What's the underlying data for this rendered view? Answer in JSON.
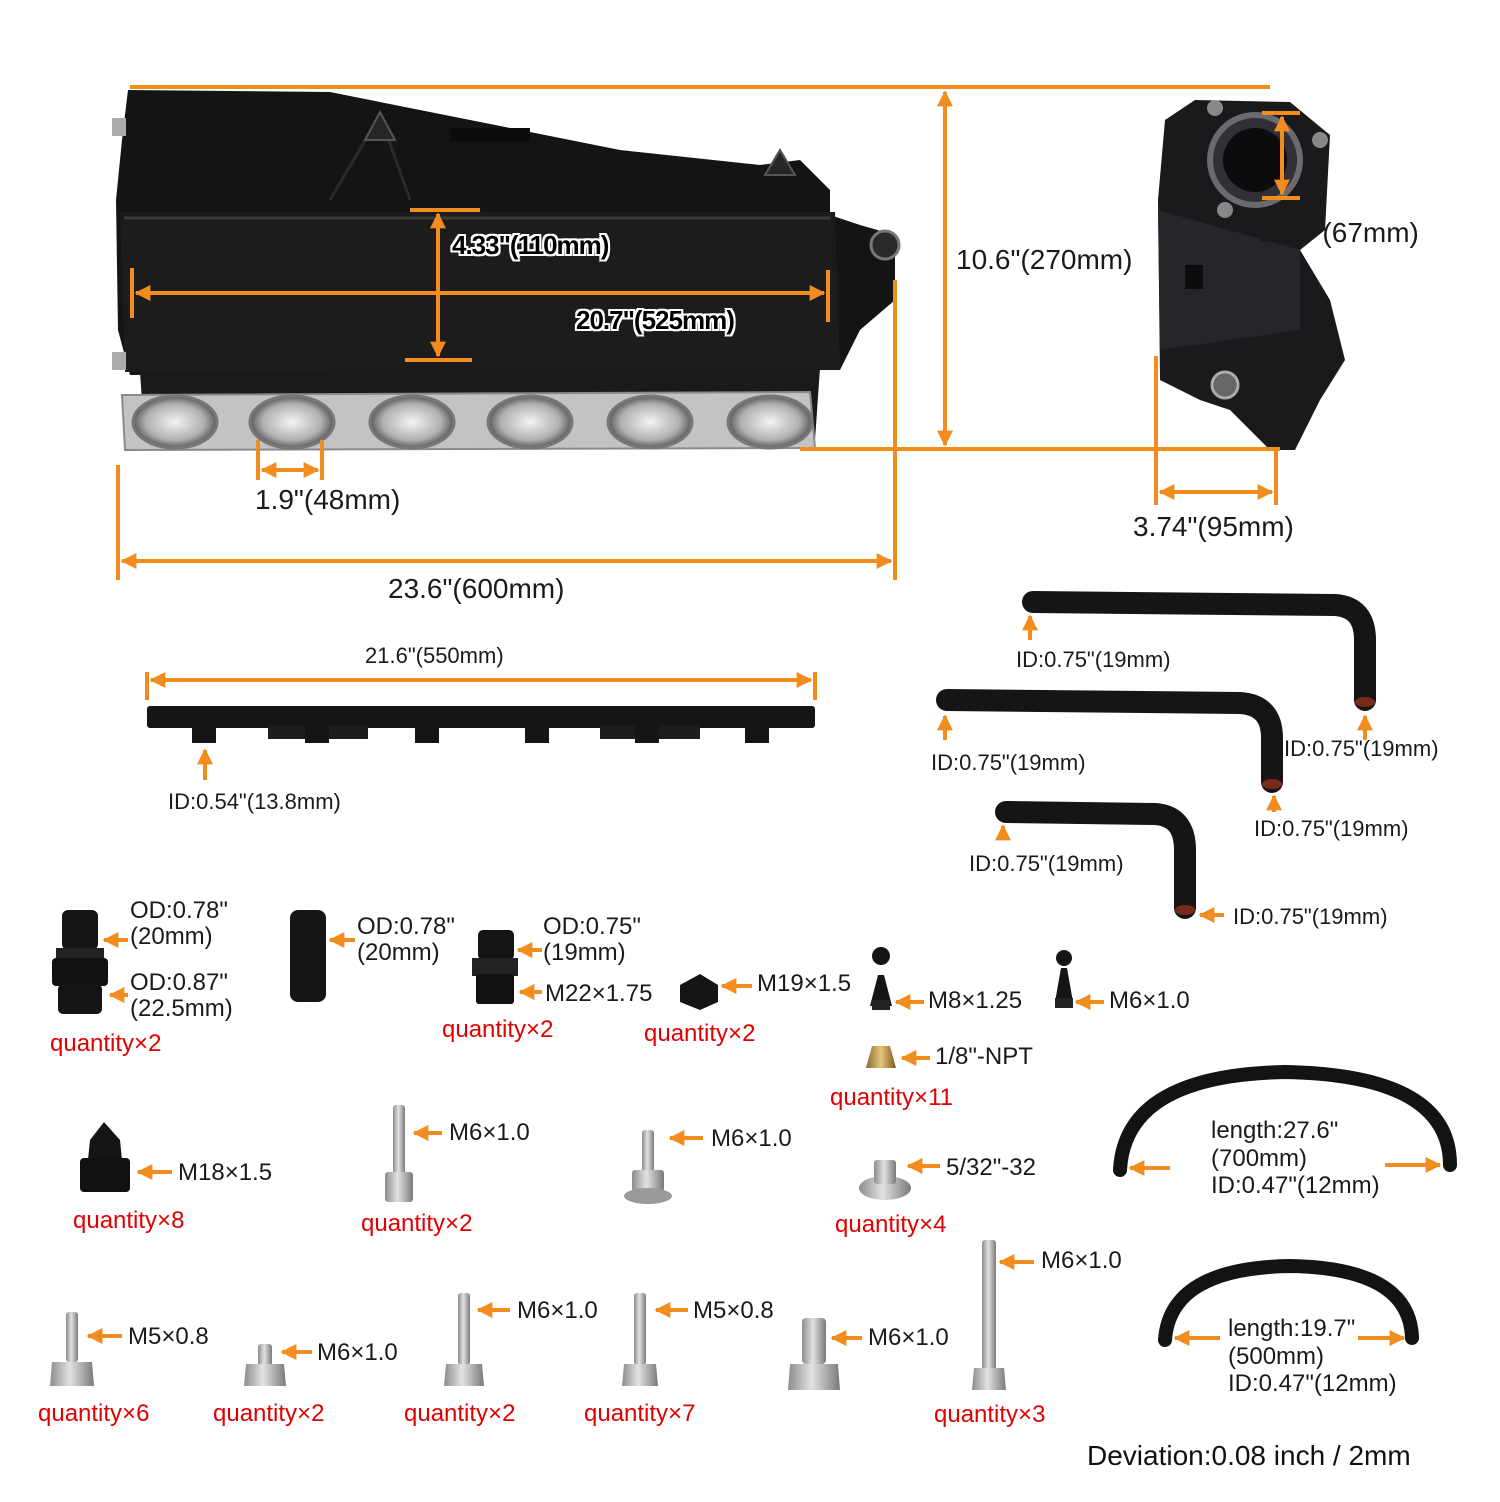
{
  "colors": {
    "accent": "#f28c1e",
    "quantity": "#e00000",
    "part": "#141414",
    "metal": "#b8b8b8"
  },
  "dimensions": {
    "overall_length": "23.6\"(600mm)",
    "body_length": "20.7\"(525mm)",
    "plenum_height": "4.33\"(110mm)",
    "overall_height": "10.6\"(270mm)",
    "runner_diameter": "1.9\"(48mm)",
    "throttle_diameter": "2.64\"(67mm)",
    "side_width": "3.74\"(95mm)"
  },
  "fuel_rail": {
    "length": "21.6\"(550mm)",
    "id": "ID:0.54\"(13.8mm)"
  },
  "hoses": {
    "h1_left": "ID:0.75\"(19mm)",
    "h1_right": "ID:0.75\"(19mm)",
    "h2_left": "ID:0.75\"(19mm)",
    "h2_right": "ID:0.75\"(19mm)",
    "h3_left": "ID:0.75\"(19mm)",
    "h3_right": "ID:0.75\"(19mm)"
  },
  "fittings": {
    "f1_od_top_1": "OD:0.78\"",
    "f1_od_top_2": "(20mm)",
    "f1_od_bottom_1": "OD:0.87\"",
    "f1_od_bottom_2": "(22.5mm)",
    "f1_qty": "quantity×2",
    "f2_od_1": "OD:0.78\"",
    "f2_od_2": "(20mm)",
    "f3_od_1": "OD:0.75\"",
    "f3_od_2": "(19mm)",
    "f3_thread": "M22×1.75",
    "f3_qty": "quantity×2",
    "cap_thread": "M19×1.5",
    "cap_qty": "quantity×2",
    "stud_m8": "M8×1.25",
    "stud_m6": "M6×1.0",
    "npt_plug": "1/8\"-NPT",
    "npt_qty": "quantity×11"
  },
  "hardware": {
    "plug_m18": "M18×1.5",
    "plug_m18_qty": "quantity×8",
    "bolt_a": "M6×1.0",
    "bolt_a_qty": "quantity×2",
    "bolt_b": "M6×1.0",
    "bolt_532": "5/32\"-32",
    "bolt_532_qty": "quantity×4",
    "bolt_c": "M5×0.8",
    "bolt_c_qty": "quantity×6",
    "bolt_d": "M6×1.0",
    "bolt_d_qty": "quantity×2",
    "bolt_e": "M6×1.0",
    "bolt_e_qty": "quantity×2",
    "bolt_f": "M5×0.8",
    "bolt_f_qty": "quantity×7",
    "bolt_g": "M6×1.0",
    "bolt_h": "M6×1.0",
    "bolt_gh_qty": "quantity×3"
  },
  "curved_hoses": {
    "long_length_1": "length:27.6\"",
    "long_length_2": "(700mm)",
    "long_id": "ID:0.47\"(12mm)",
    "short_length_1": "length:19.7\"",
    "short_length_2": "(500mm)",
    "short_id": "ID:0.47\"(12mm)"
  },
  "deviation": "Deviation:0.08 inch / 2mm"
}
